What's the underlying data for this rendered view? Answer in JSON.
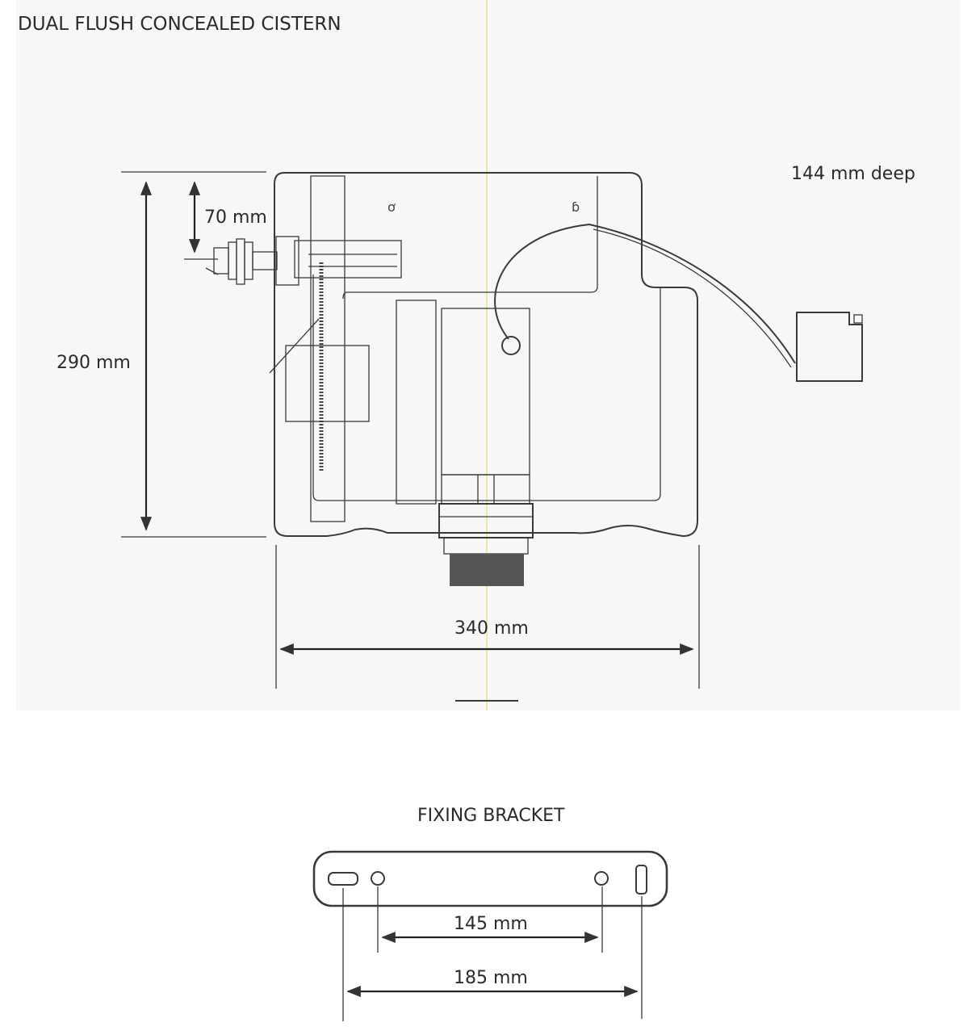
{
  "cistern": {
    "title": "DUAL FLUSH CONCEALED CISTERN",
    "depth_label": "144 mm deep",
    "height_label": "290 mm",
    "inlet_offset_label": "70 mm",
    "width_label": "340 mm"
  },
  "bracket": {
    "title": "FIXING BRACKET",
    "inner_span_label": "145 mm",
    "outer_span_label": "185 mm"
  },
  "colors": {
    "line": "#3a3a3a",
    "text": "#2a2a2a",
    "paper_tint": "#f6f6f4",
    "center_line": "#f2ebb0",
    "outlet_fill": "#555555"
  }
}
